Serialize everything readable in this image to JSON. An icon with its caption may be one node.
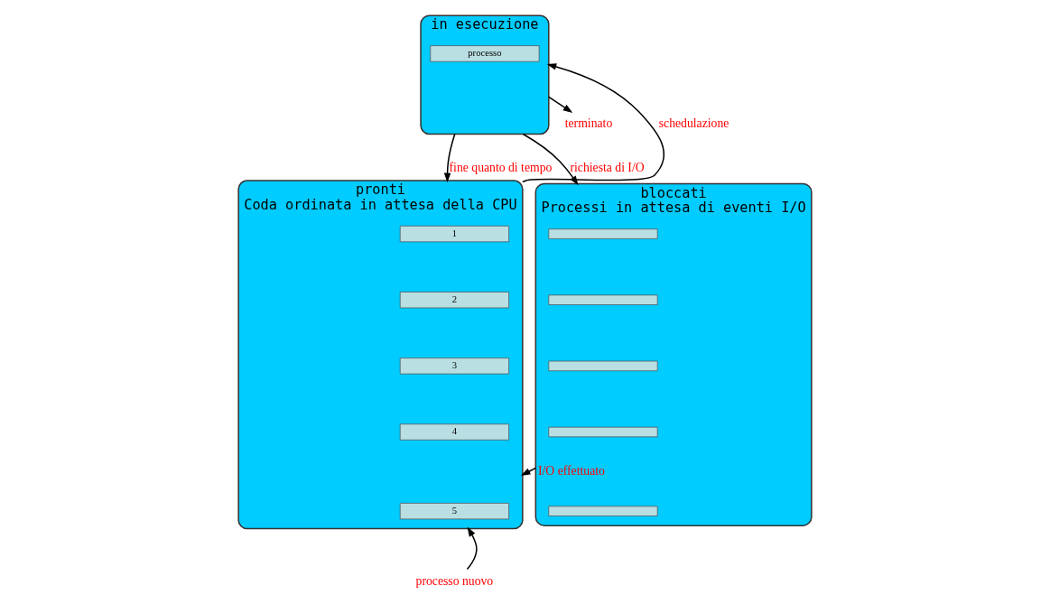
{
  "diagram": {
    "nodes": [
      {
        "text": [
          "in esecuzione"
        ]
      },
      {
        "text": [
          "processo"
        ],
        "in": 0
      },
      {
        "text": [
          "terminato"
        ]
      },
      {
        "text": [
          "pronti",
          "Coda ordinata in attesa della CPU"
        ]
      },
      {
        "text": [
          "1"
        ],
        "in": 3
      },
      {
        "text": [
          "2"
        ],
        "in": 3
      },
      {
        "text": [
          "3"
        ],
        "in": 3
      },
      {
        "text": [
          "4"
        ],
        "in": 3
      },
      {
        "text": [
          "5"
        ],
        "in": 3
      },
      {
        "text": [
          "bloccati",
          "Processi in attesa di eventi I/O"
        ]
      },
      {
        "text": [],
        "shape": "bar",
        "in": 9
      },
      {
        "text": [],
        "shape": "bar",
        "in": 9
      },
      {
        "text": [],
        "shape": "bar",
        "in": 9
      },
      {
        "text": [],
        "shape": "bar",
        "in": 9
      },
      {
        "text": [],
        "shape": "bar",
        "in": 9
      },
      {
        "text": [
          "processo nuovo"
        ]
      }
    ],
    "edges": [
      {
        "from": 0,
        "to": 2,
        "arrow": "to"
      },
      {
        "from": 3,
        "to": 0,
        "arrow": "to",
        "label": "schedulazione"
      },
      {
        "from": 0,
        "to": 3,
        "arrow": "to",
        "label": "fine quanto di tempo"
      },
      {
        "from": 0,
        "to": 9,
        "arrow": "to",
        "label": "richiesta di I/O"
      },
      {
        "from": 9,
        "to": 3,
        "arrow": "to",
        "label": "I/O effettuato"
      },
      {
        "from": 15,
        "to": 3,
        "arrow": "to"
      }
    ]
  }
}
